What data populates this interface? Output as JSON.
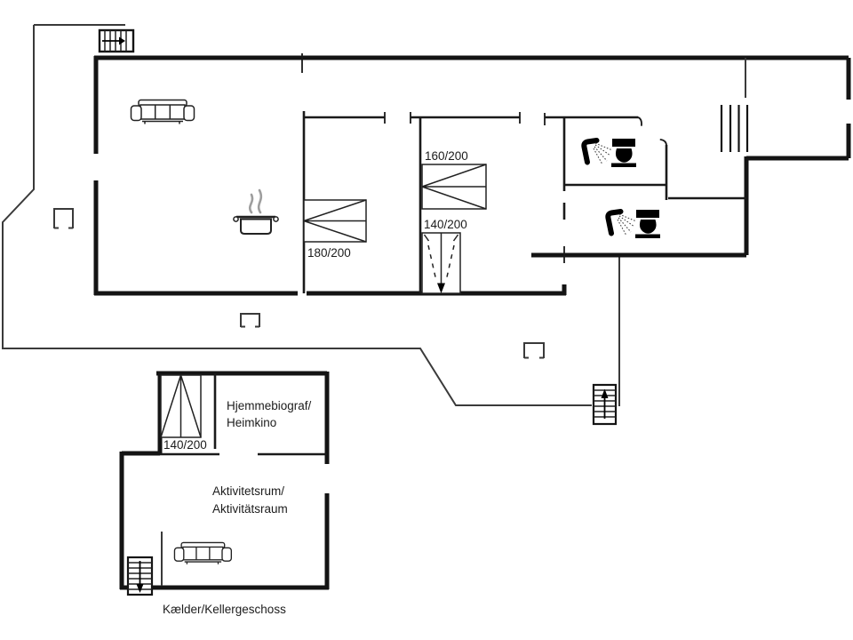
{
  "title": "Holiday house floor plan",
  "colors": {
    "wall": "#141414",
    "interior_wall": "#1a1a1a",
    "thin_line": "#3a3a3a",
    "icon": "#000000",
    "steam": "#9e9e9e",
    "text": "#1c1c1c",
    "background": "#ffffff"
  },
  "main_floor": {
    "beds": {
      "bed_180": "180/200",
      "bed_160": "160/200",
      "bed_140": "140/200"
    },
    "icons": [
      "sofa-icon",
      "stove-pot-icon",
      "steam-icon",
      "shower-icon",
      "toilet-icon",
      "entrance-stairs-icon",
      "terrace-stairs-icon",
      "entry-steps-icon",
      "post-icon"
    ]
  },
  "basement": {
    "bed_140": "140/200",
    "home_cinema": {
      "line1": "Hjemmebiograf/",
      "line2": "Heimkino"
    },
    "activity_room": {
      "line1": "Aktivitetsrum/",
      "line2": "Aktivitätsraum"
    },
    "floor_label": "Kælder/Kellergeschoss",
    "icons": [
      "bed-icon",
      "sofa-icon",
      "basement-stairs-icon"
    ]
  }
}
